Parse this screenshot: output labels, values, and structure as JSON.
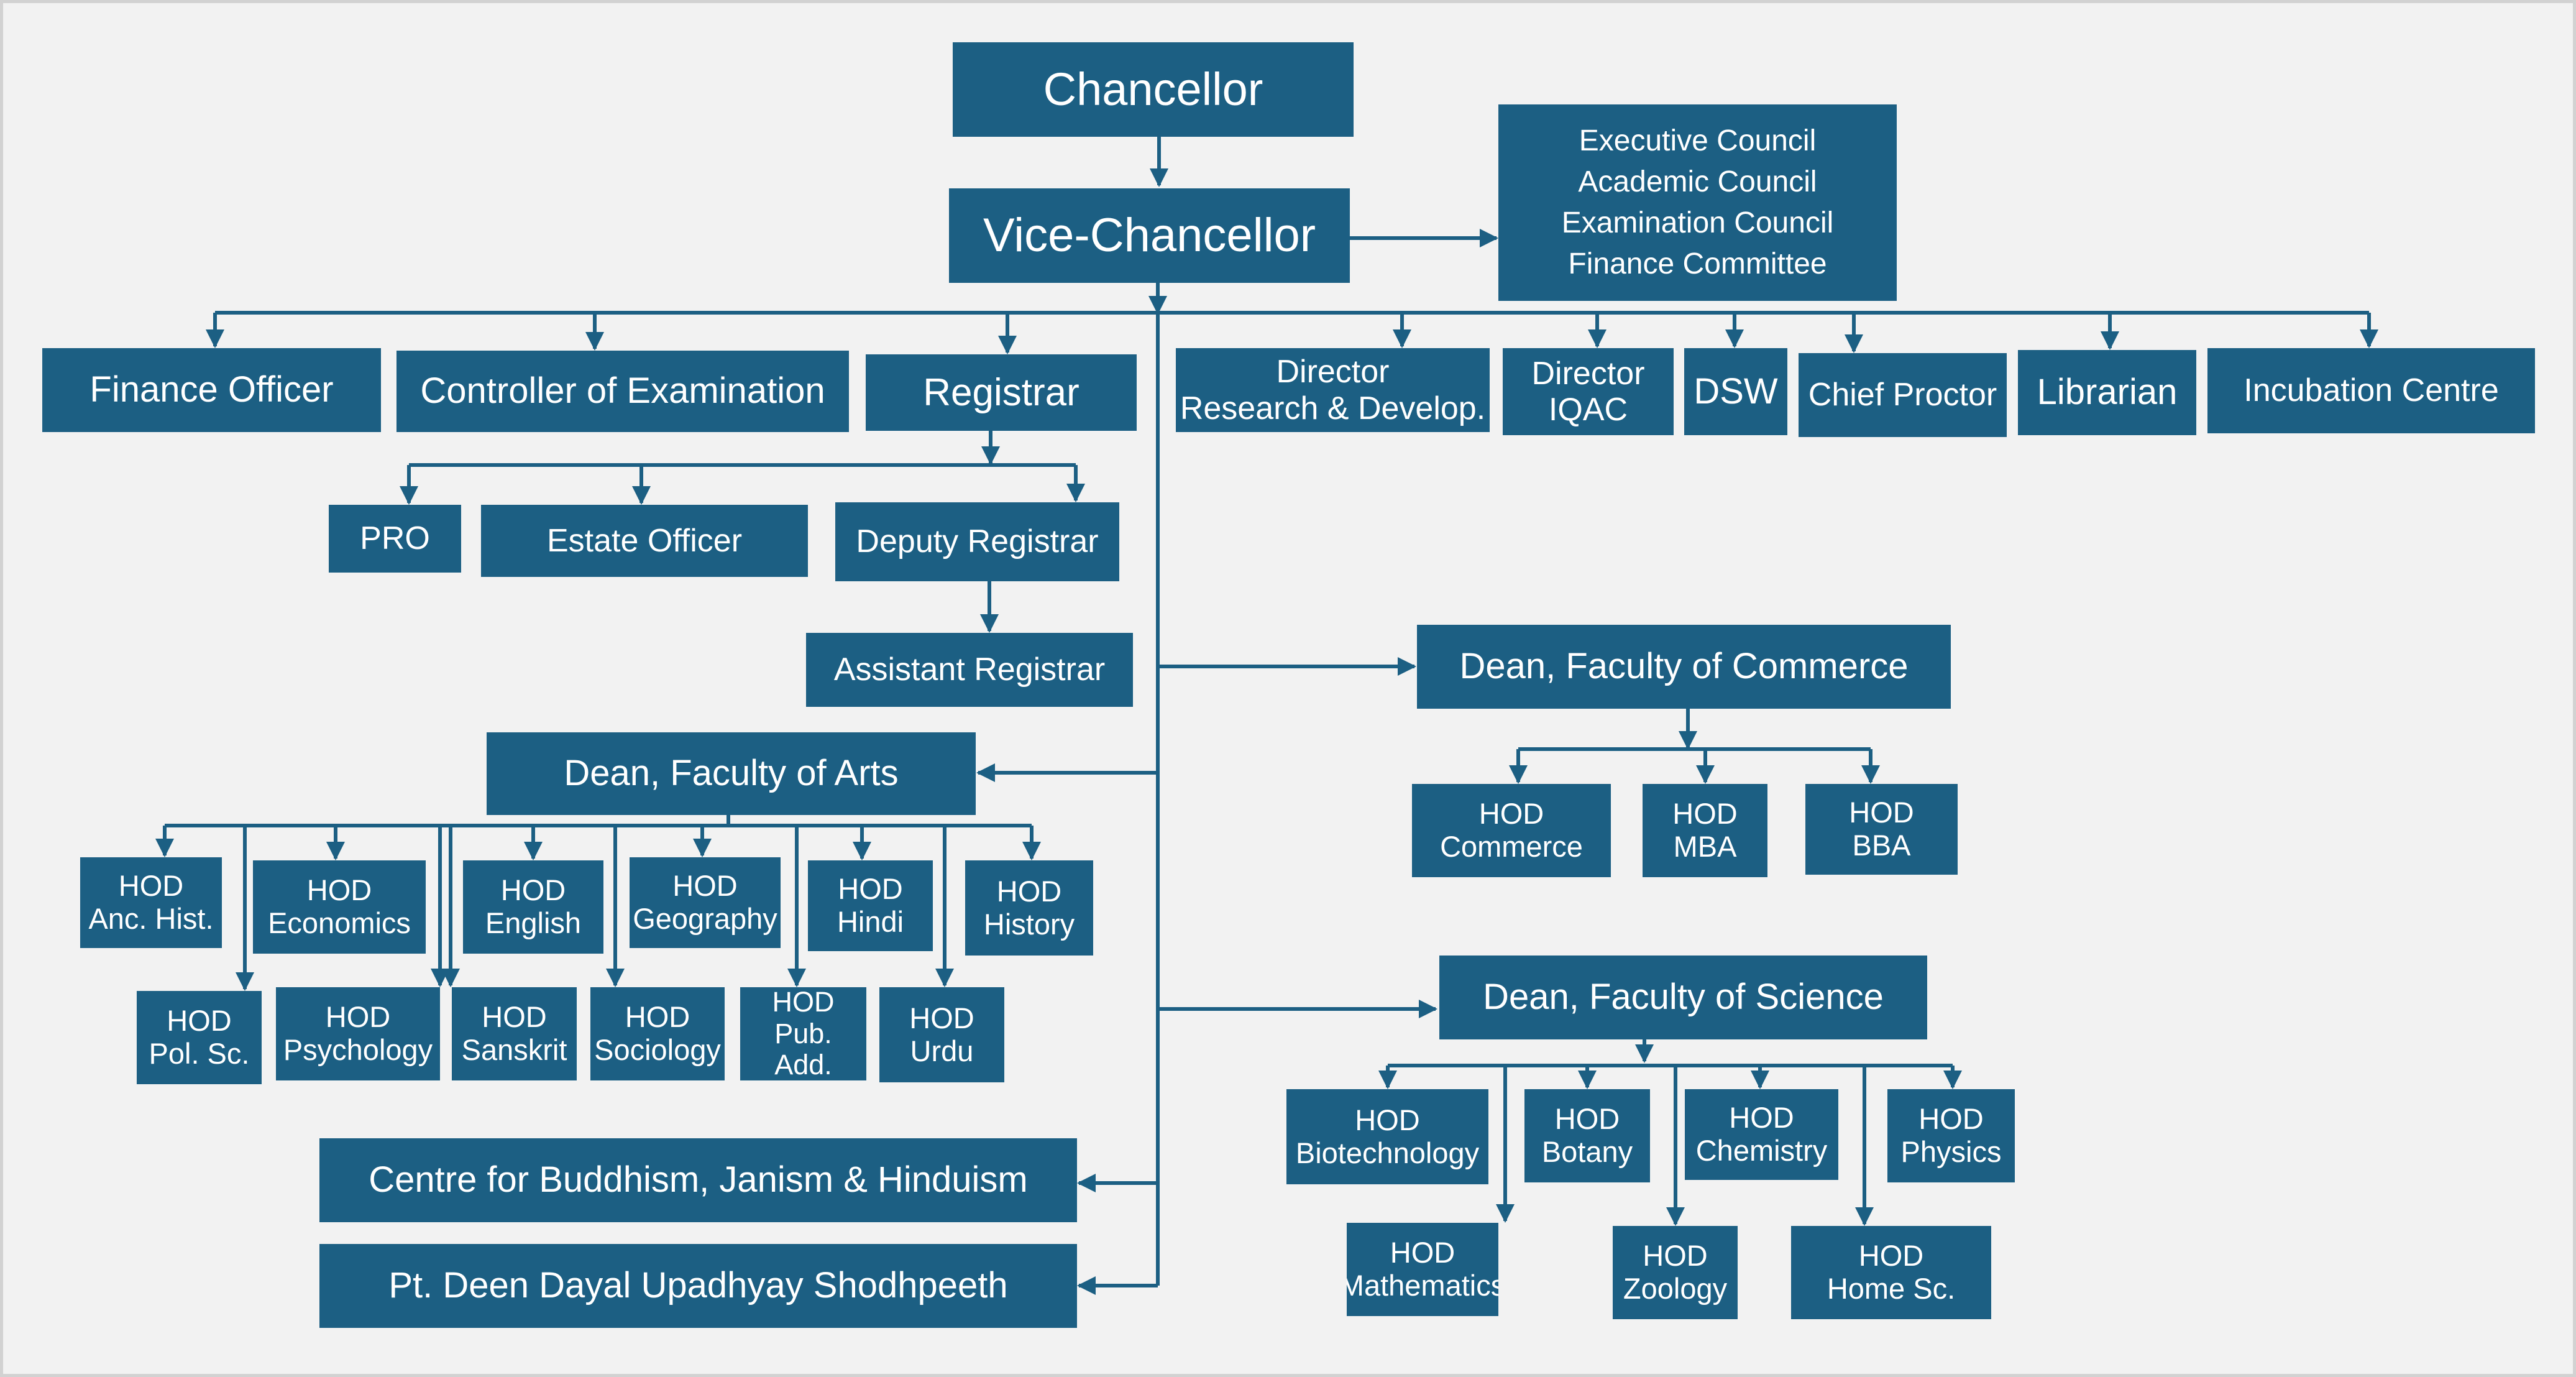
{
  "diagram": {
    "nodes": {
      "chancellor": "Chancellor",
      "vice_chancellor": "Vice-Chancellor",
      "councils": "Executive Council\nAcademic Council\nExamination Council\nFinance Committee",
      "finance_officer": "Finance Officer",
      "controller_of_examination": "Controller of Examination",
      "registrar": "Registrar",
      "director_rd": "Director\nResearch & Develop.",
      "director_iqac": "Director\nIQAC",
      "dsw": "DSW",
      "chief_proctor": "Chief Proctor",
      "librarian": "Librarian",
      "incubation_centre": "Incubation Centre",
      "pro": "PRO",
      "estate_officer": "Estate Officer",
      "deputy_registrar": "Deputy Registrar",
      "assistant_registrar": "Assistant Registrar",
      "dean_commerce": "Dean, Faculty of Commerce",
      "hod_commerce": "HOD\nCommerce",
      "hod_mba": "HOD\nMBA",
      "hod_bba": "HOD\nBBA",
      "dean_arts": "Dean, Faculty of Arts",
      "hod_anc_hist": "HOD\nAnc. Hist.",
      "hod_economics": "HOD\nEconomics",
      "hod_english": "HOD\nEnglish",
      "hod_geography": "HOD\nGeography",
      "hod_hindi": "HOD\nHindi",
      "hod_history": "HOD\nHistory",
      "hod_pol_sc": "HOD\nPol. Sc.",
      "hod_psychology": "HOD\nPsychology",
      "hod_sanskrit": "HOD\nSanskrit",
      "hod_sociology": "HOD\nSociology",
      "hod_pub_add": "HOD\nPub. Add.",
      "hod_urdu": "HOD\nUrdu",
      "dean_science": "Dean, Faculty of Science",
      "hod_biotechnology": "HOD\nBiotechnology",
      "hod_botany": "HOD\nBotany",
      "hod_chemistry": "HOD\nChemistry",
      "hod_physics": "HOD\nPhysics",
      "hod_mathematics": "HOD\nMathematics",
      "hod_zoology": "HOD\nZoology",
      "hod_home_sc": "HOD\nHome Sc.",
      "centre_buddhism": "Centre for Buddhism, Janism & Hinduism",
      "shodhpeeth": "Pt. Deen Dayal Upadhyay Shodhpeeth"
    },
    "edges": [
      [
        "chancellor",
        "vice_chancellor"
      ],
      [
        "vice_chancellor",
        "councils"
      ],
      [
        "vice_chancellor",
        "finance_officer"
      ],
      [
        "vice_chancellor",
        "controller_of_examination"
      ],
      [
        "vice_chancellor",
        "registrar"
      ],
      [
        "vice_chancellor",
        "director_rd"
      ],
      [
        "vice_chancellor",
        "director_iqac"
      ],
      [
        "vice_chancellor",
        "dsw"
      ],
      [
        "vice_chancellor",
        "chief_proctor"
      ],
      [
        "vice_chancellor",
        "librarian"
      ],
      [
        "vice_chancellor",
        "incubation_centre"
      ],
      [
        "registrar",
        "pro"
      ],
      [
        "registrar",
        "estate_officer"
      ],
      [
        "registrar",
        "deputy_registrar"
      ],
      [
        "deputy_registrar",
        "assistant_registrar"
      ],
      [
        "vice_chancellor",
        "dean_commerce"
      ],
      [
        "dean_commerce",
        "hod_commerce"
      ],
      [
        "dean_commerce",
        "hod_mba"
      ],
      [
        "dean_commerce",
        "hod_bba"
      ],
      [
        "vice_chancellor",
        "dean_arts"
      ],
      [
        "dean_arts",
        "hod_anc_hist"
      ],
      [
        "dean_arts",
        "hod_economics"
      ],
      [
        "dean_arts",
        "hod_english"
      ],
      [
        "dean_arts",
        "hod_geography"
      ],
      [
        "dean_arts",
        "hod_hindi"
      ],
      [
        "dean_arts",
        "hod_history"
      ],
      [
        "dean_arts",
        "hod_pol_sc"
      ],
      [
        "dean_arts",
        "hod_psychology"
      ],
      [
        "dean_arts",
        "hod_sanskrit"
      ],
      [
        "dean_arts",
        "hod_sociology"
      ],
      [
        "dean_arts",
        "hod_pub_add"
      ],
      [
        "dean_arts",
        "hod_urdu"
      ],
      [
        "vice_chancellor",
        "dean_science"
      ],
      [
        "dean_science",
        "hod_biotechnology"
      ],
      [
        "dean_science",
        "hod_botany"
      ],
      [
        "dean_science",
        "hod_chemistry"
      ],
      [
        "dean_science",
        "hod_physics"
      ],
      [
        "dean_science",
        "hod_mathematics"
      ],
      [
        "dean_science",
        "hod_zoology"
      ],
      [
        "dean_science",
        "hod_home_sc"
      ],
      [
        "vice_chancellor",
        "centre_buddhism"
      ],
      [
        "vice_chancellor",
        "shodhpeeth"
      ]
    ],
    "colors": {
      "box_fill": "#1c5f83",
      "box_text": "#ffffff",
      "connector": "#1c5f83",
      "background": "#f2f2f2",
      "frame": "#d2d2d2"
    }
  }
}
